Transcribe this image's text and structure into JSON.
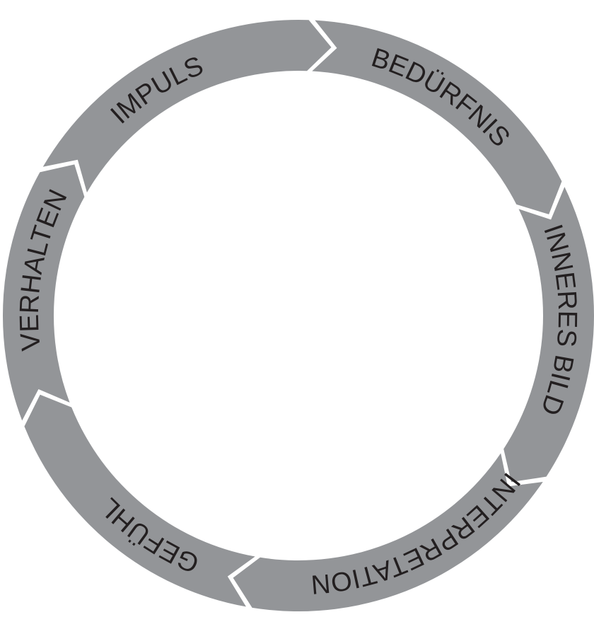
{
  "diagram": {
    "segment_color": "#939598",
    "text_color": "#231f20",
    "background_color": "#ffffff",
    "flow_direction": "clockwise",
    "stages": [
      {
        "id": "impuls",
        "label": "IMPULS"
      },
      {
        "id": "beduerfnis",
        "label": "BEDÜRFNIS"
      },
      {
        "id": "inneres-bild",
        "label": "INNERES BILD"
      },
      {
        "id": "interpretation",
        "label": "INTERPRETATION"
      },
      {
        "id": "gefuehl",
        "label": "GEFÜHL"
      },
      {
        "id": "verhalten",
        "label": "VERHALTEN"
      }
    ]
  }
}
